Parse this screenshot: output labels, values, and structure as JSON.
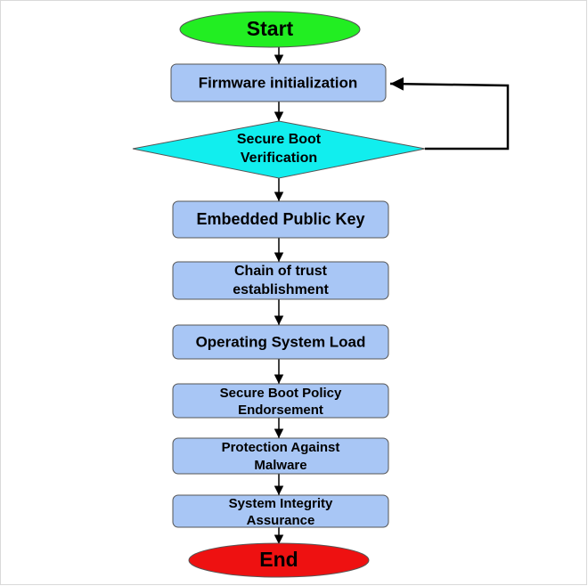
{
  "diagram": {
    "colors": {
      "terminal_start": "#22ee22",
      "terminal_end": "#ee1111",
      "process": "#a8c6f5",
      "decision": "#11eeee",
      "stroke": "#555555",
      "edge": "#000000"
    },
    "nodes": {
      "start": "Start",
      "firmware": "Firmware initialization",
      "decision_line1": "Secure Boot",
      "decision_line2": "Verification",
      "public_key": "Embedded Public Key",
      "chain_line1": "Chain of trust",
      "chain_line2": "establishment",
      "os_load": "Operating System Load",
      "policy_line1": "Secure Boot Policy",
      "policy_line2": "Endorsement",
      "protection_line1": "Protection Against",
      "protection_line2": "Malware",
      "integrity_line1": "System Integrity",
      "integrity_line2": "Assurance",
      "end": "End"
    }
  }
}
